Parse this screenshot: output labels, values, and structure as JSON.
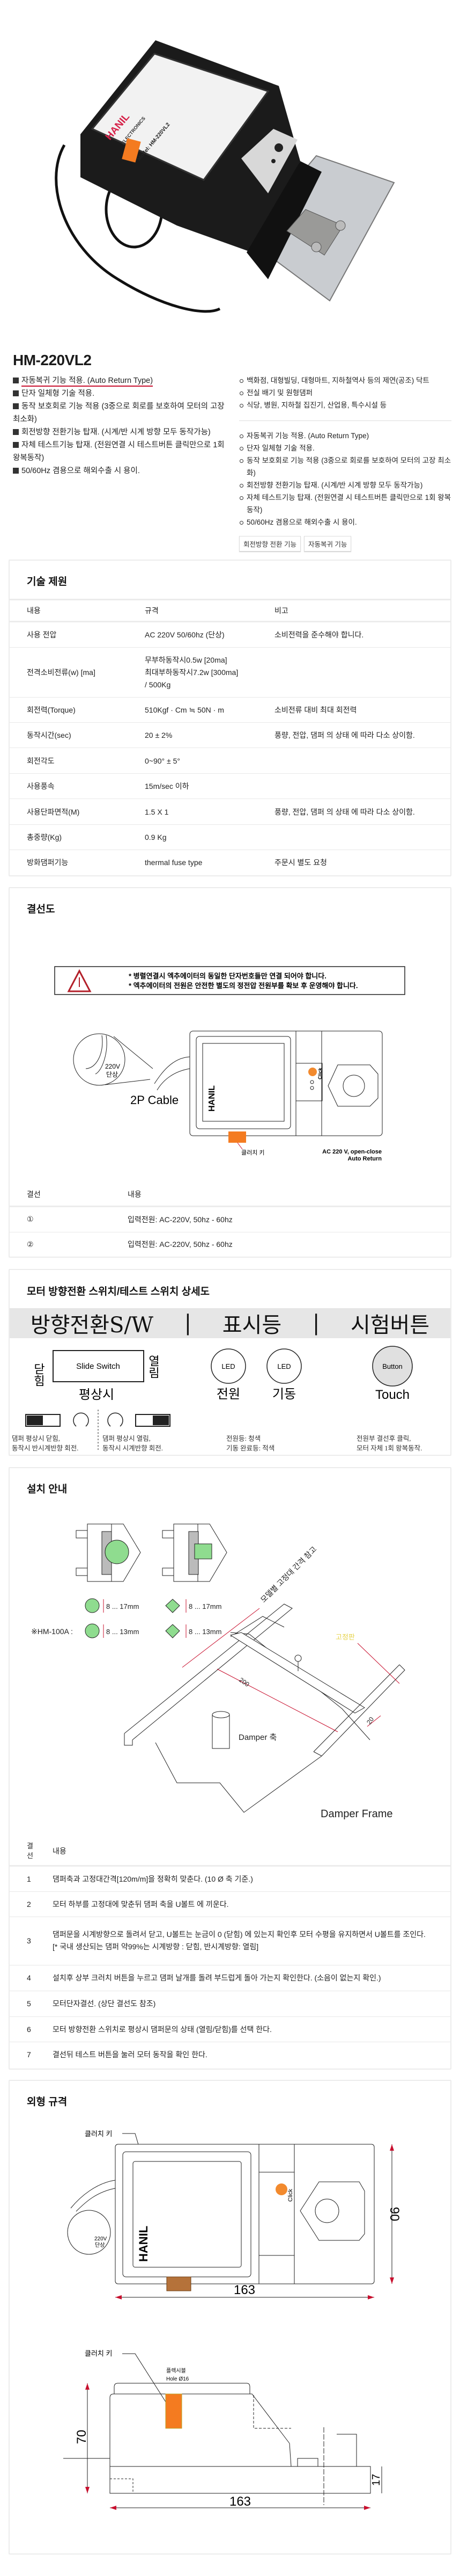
{
  "product": {
    "brand_logo": "HANIL",
    "photo_label": {
      "model": "Model:  HM-220VL2",
      "brand_sub": "ELECTRONICS"
    },
    "title": "HM-220VL2"
  },
  "features_left": [
    "자동복귀 기능 적용. (Auto Return Type)",
    "단자 일체형 기술 적용.",
    "동작 보호회로 기능 적용 (3중으로 회로를 보호하여 모터의 고장 최소화)",
    "회전방향 전환기능 탑재. (시계/반 시계 방향 모두 동작가능)",
    "자체 테스트기능 탑재. (전원연결 시 테스트버튼 클릭만으로 1회 왕복동작)",
    "50/60Hz 겸용으로 해외수출 시 용이."
  ],
  "applications": [
    "백화점, 대형빌딩, 대형마트, 지하철역사 등의 제연(공조) 닥트",
    "전실 배기 및 원형댐퍼",
    "식당, 병원, 지하철 집진기, 산업용, 특수시설 등"
  ],
  "features_right": [
    "자동복귀 기능 적용. (Auto Return Type)",
    "단자 일체형 기술 적용.",
    "동작 보호회로 기능 적용 (3중으로 회로를 보호하여 모터의 고장 최소화)",
    "회전방향 전환기능 탑재. (시계/반 시계 방향 모두 동작가능)",
    "자체 테스트기능 탑재. (전원연결 시 테스트버튼 클릭만으로 1회 왕복동작)",
    "50/60Hz 겸용으로 해외수출 시 용이."
  ],
  "tags": [
    "회전방향 전환 기능",
    "자동복귀 기능"
  ],
  "specs": {
    "title": "기술 제원",
    "headers": [
      "내용",
      "규격",
      "비고"
    ],
    "rows": [
      [
        "사용 전압",
        "AC 220V 50/60hz (단상)",
        "소비전력을 준수해야 합니다."
      ],
      [
        "전격소비전류(w) [ma]",
        "무부하동작시0.5w [20ma]\n최대부하동작시7.2w [300ma]\n/ 500Kg",
        ""
      ],
      [
        "회전력(Torque)",
        "510Kgf · Cm ≒ 50N · m",
        "소비전류 대비 최대 회전력"
      ],
      [
        "동작시간(sec)",
        "20 ± 2%",
        "풍량, 전압, 댐퍼 의 상태 에 따라 다소 상이함."
      ],
      [
        "회전각도",
        "0~90° ± 5°",
        ""
      ],
      [
        "사용풍속",
        "15m/sec 이하",
        ""
      ],
      [
        "사용단파면적(M)",
        "1.5 X 1",
        "풍량, 전압, 댐퍼 의 상태 에 따라 다소 상이함."
      ],
      [
        "총중량(Kg)",
        "0.9 Kg",
        ""
      ],
      [
        "방화댐퍼기능",
        "thermal fuse type",
        "주문시 별도 요청"
      ]
    ]
  },
  "wiring": {
    "title": "결선도",
    "warnings": [
      "* 병렬연결시 엑추에이터의 동일한 단자번호들만 연결 되어야 합니다.",
      "* 엑추에이터의 전원은 안전한 별도의 정전압 전원부를 확보 후 운영해야 합니다."
    ],
    "diagram": {
      "voltage": "220V",
      "phase": "단상",
      "cable": "2P Cable",
      "clutch_key": "클러치 키",
      "click": "Click",
      "rating_line1": "AC 220 V, open-close",
      "rating_line2": "Auto Return"
    },
    "headers": [
      "결선",
      "내용"
    ],
    "rows": [
      [
        "①",
        "입력전원: AC-220V, 50hz - 60hz"
      ],
      [
        "②",
        "입력전원: AC-220V, 50hz - 60hz"
      ]
    ]
  },
  "switch_detail": {
    "title": "모터 방향전환 스위치/테스트 스위치 상세도",
    "band": [
      "방향전환S/W",
      "표시등",
      "시험버튼"
    ],
    "band_separator": "|",
    "close_label": "닫힘",
    "open_label": "열림",
    "slide_switch": "Slide Switch",
    "normal_label": "평상시",
    "led_label": "LED",
    "power_label": "전원",
    "start_label": "기동",
    "button_label": "Button",
    "touch_label": "Touch",
    "notes": [
      "댐퍼 평상시 닫힘,\n동작시 반시계반향 회전.",
      "댐퍼 평상시 열림,\n동작시 시계반향 회전.",
      "전원등: 청색\n기동 완료등: 적색",
      "전원부 결선후 클릭,\n모터 자체 1회 왕복동작."
    ]
  },
  "install": {
    "title": "설치 안내",
    "diagram": {
      "round_range": "8 ... 17mm",
      "square_range": "8 ... 17mm",
      "hm100a_label": "※HM-100A :",
      "round_range_100a": "8 ... 13mm",
      "square_range_100a": "8 ... 13mm",
      "spacing_note": "모델별 고정대 간격 참고",
      "fixing_plate": "고정판",
      "dim_200": "200",
      "dim_20": "20",
      "damper_shaft": "Damper 축",
      "damper_frame": "Damper Frame"
    },
    "headers": [
      "결\n선",
      "내용"
    ],
    "rows": [
      [
        "1",
        "댐퍼축과 고정대간격[120m/m]을 정확히 맞춘다. (10 Ø 축 기준.)"
      ],
      [
        "2",
        "모터 하부를 고정대에 맞춘뒤 댐퍼 축을 U볼트 에 끼운다."
      ],
      [
        "3",
        "댐퍼문을 시계방향으로 돌려서 닫고, U볼트는 눈금이 0 (닫힘) 에 있는지 확인후 모터 수평을 유지하면서 U볼트를 조인다.",
        "[* 국내 생산되는 댐퍼 약99%는 시계방향 : 닫힘, 반시계방향: 열림]"
      ],
      [
        "4",
        "설치후 상부 크러치 버튼을 누르고 댐퍼 날개를 돌려 부드럽게 돌아 가는지 확인한다. (소음이 없는지 확인.)"
      ],
      [
        "5",
        "모터단자결선. (상단 결선도 참조)"
      ],
      [
        "6",
        "모터 방향전환 스위치로 평상시 댐퍼문의 상태 (열림/닫힘)를 선택 한다."
      ],
      [
        "7",
        "결선뒤 테스트 버튼을 눌러 모터 동작을 확인 한다."
      ]
    ]
  },
  "dimensions": {
    "title": "외형 규격",
    "clutch_key": "클러치 키",
    "flexible": "플렉시블",
    "hole": "Hole Ø16",
    "voltage": "220V",
    "phase": "단상",
    "click": "Click",
    "width": "163",
    "depth": "90",
    "height": "70",
    "base_height": "17"
  },
  "colors": {
    "accent_red": "#c8102e",
    "clutch_orange": "#f47b20",
    "button_gray": "#e0e0e0",
    "band_gray": "#e6e6e6",
    "clamp_green": "#8fdc8f"
  }
}
